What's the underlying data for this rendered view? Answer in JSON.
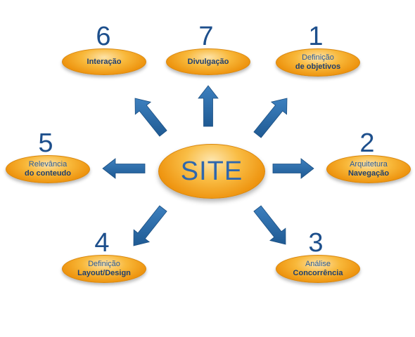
{
  "center": {
    "label": "SITE"
  },
  "nodes": [
    {
      "number": "1",
      "line1": "Definição",
      "line2": "de objetivos"
    },
    {
      "number": "2",
      "line1": "Arquitetura",
      "line2": "Navegação"
    },
    {
      "number": "3",
      "line1": "Análise",
      "line2": "Concorrência"
    },
    {
      "number": "4",
      "line1": "Definição",
      "line2": "Layout/Design"
    },
    {
      "number": "5",
      "line1": "Relevância",
      "line2": "do conteudo"
    },
    {
      "number": "6",
      "label": "Interação"
    },
    {
      "number": "7",
      "label": "Divulgação"
    }
  ],
  "colors": {
    "arrow": "#2e6ca8",
    "number": "#1d4f8c",
    "pill": "#f3a321"
  },
  "icons": {
    "arrow": "arrow-icon"
  }
}
